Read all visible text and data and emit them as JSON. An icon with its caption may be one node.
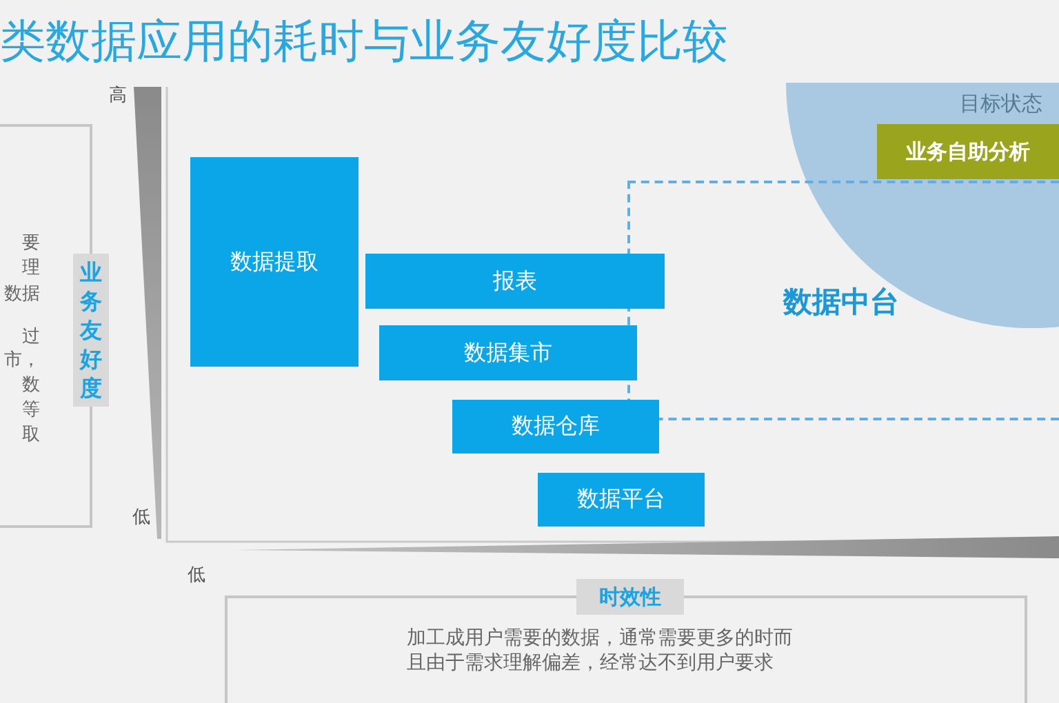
{
  "diagram": {
    "title": "类数据应用的耗时与业务友好度比较",
    "nodes": [
      {
        "text": [
          "业务友好度",
          "要",
          "理",
          "数据",
          "过",
          "市，",
          "数",
          "等",
          "取"
        ]
      },
      {
        "text": [
          "数据提取"
        ]
      },
      {
        "text": [
          "报表"
        ]
      },
      {
        "text": [
          "数据集市"
        ]
      },
      {
        "text": [
          "数据仓库"
        ]
      },
      {
        "text": [
          "数据平台"
        ]
      },
      {
        "text": [
          "数据中台"
        ]
      },
      {
        "text": [
          "目标状态"
        ]
      },
      {
        "text": [
          "业务自助分析"
        ],
        "in": 7
      },
      {
        "text": [
          "时效性",
          "加工成用户需要的数据，通常需要更多的时而且由于需求理解偏差，经常达不到用户要求"
        ]
      }
    ],
    "labels": [
      "高",
      "低",
      "低"
    ]
  }
}
